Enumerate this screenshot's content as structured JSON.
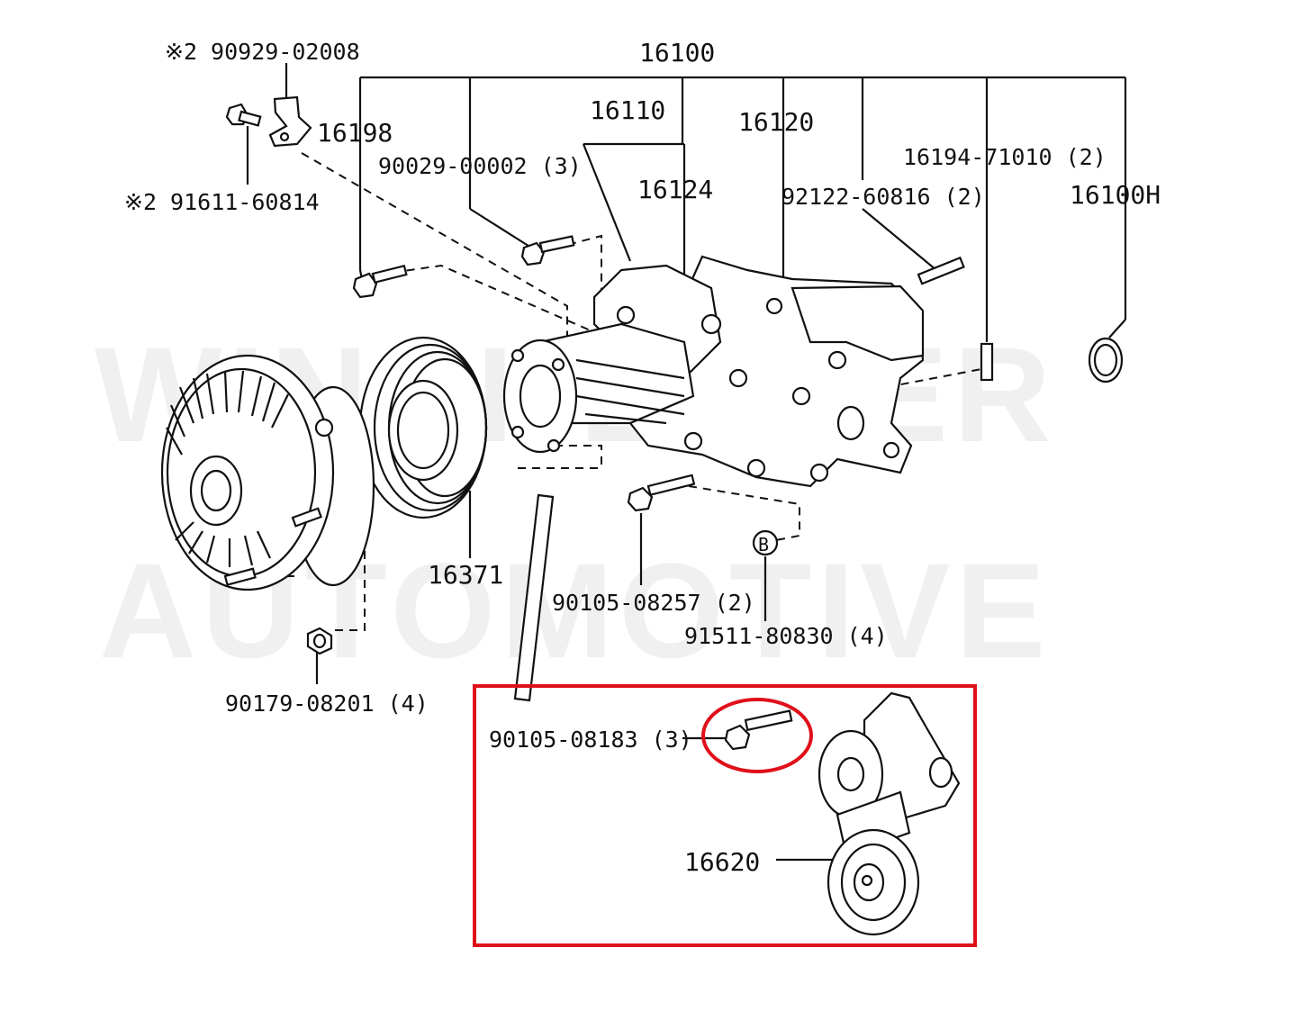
{
  "watermark": {
    "line1": "WINCHESTER",
    "line2": "AUTOMOTIVE"
  },
  "labels": {
    "p90929": "※2 90929-02008",
    "p16100": "16100",
    "p16198": "16198",
    "p16110": "16110",
    "p16120": "16120",
    "p90029": "90029-00002 (3)",
    "p16124": "16124",
    "p16194": "16194-71010 (2)",
    "p92122": "92122-60816 (2)",
    "p16100H": "16100H",
    "p91611": "※2 91611-60814",
    "p16371": "16371",
    "p90105_08257": "90105-08257 (2)",
    "p91511": "91511-80830 (4)",
    "pB": "B",
    "p90179": "90179-08201 (4)",
    "p90105_08183": "90105-08183 (3)",
    "p16620": "16620"
  },
  "highlight": {
    "box_color": "#e0101a",
    "circle_color": "#e0101a"
  }
}
